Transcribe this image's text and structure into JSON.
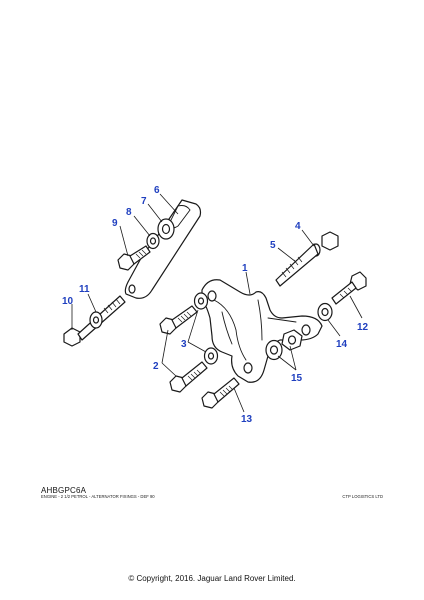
{
  "diagram": {
    "code": "AHBGPC6A",
    "caption": "ENGINE - 2 1/2 PETROL - ALTERNATOR FIXINGS - DEF 90",
    "logistics": "CTP LOGISTICS LTD",
    "copyright": "© Copyright, 2016. Jaguar Land Rover Limited.",
    "accent_color": "#1f3fbf",
    "callouts": [
      "1",
      "2",
      "3",
      "4",
      "5",
      "6",
      "7",
      "8",
      "9",
      "10",
      "11",
      "12",
      "13",
      "14",
      "15"
    ],
    "parts": [
      "bracket",
      "bolt",
      "washer",
      "nut",
      "adjusting-link"
    ]
  }
}
